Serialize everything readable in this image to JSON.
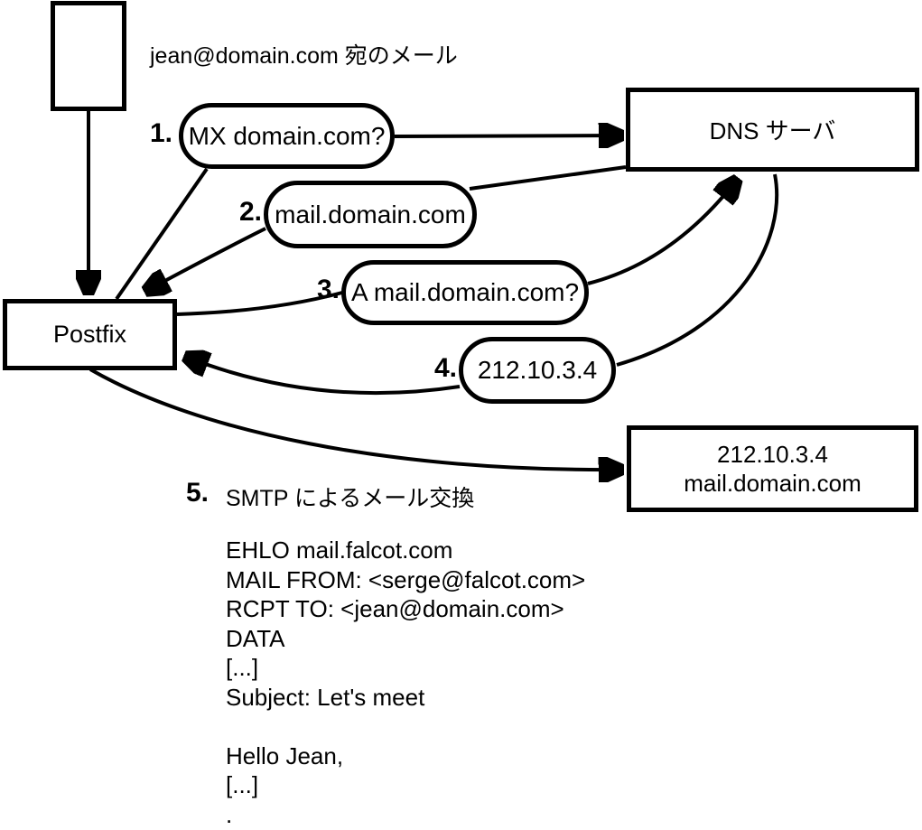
{
  "diagram": {
    "note": "jean@domain.com 宛のメール",
    "nodes": {
      "postfix": "Postfix",
      "dns": "DNS サーバ",
      "mail_server": {
        "line1": "212.10.3.4",
        "line2": "mail.domain.com"
      }
    },
    "steps": {
      "s1": {
        "num": "1.",
        "label": "MX domain.com?"
      },
      "s2": {
        "num": "2.",
        "label": "mail.domain.com"
      },
      "s3": {
        "num": "3.",
        "label": "A mail.domain.com?"
      },
      "s4": {
        "num": "4.",
        "label": "212.10.3.4"
      },
      "s5": {
        "num": "5.",
        "label": "SMTP によるメール交換"
      }
    },
    "smtp_session": {
      "lines": [
        "EHLO mail.falcot.com",
        "MAIL FROM: <serge@falcot.com>",
        "RCPT TO: <jean@domain.com>",
        "DATA",
        "[...]",
        "Subject: Let's meet",
        "",
        "Hello Jean,",
        "[...]",
        "."
      ]
    },
    "colors": {
      "stroke": "#000000",
      "background": "#ffffff"
    }
  }
}
